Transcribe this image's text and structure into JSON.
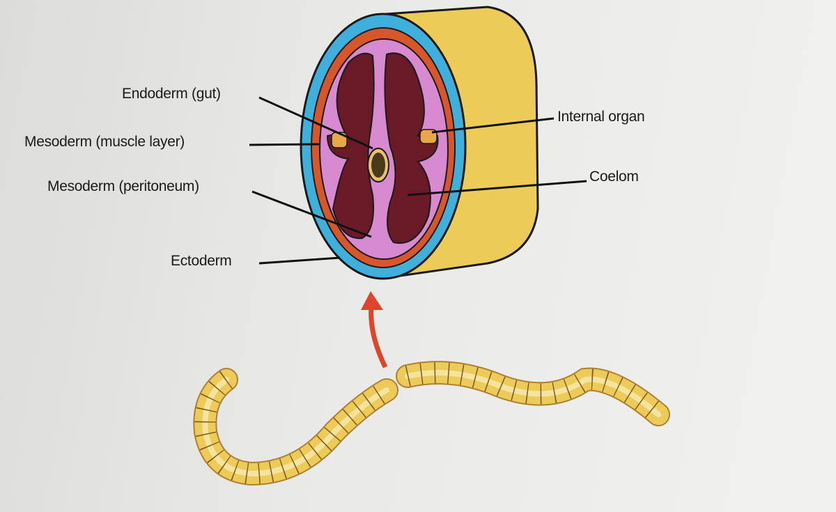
{
  "labels": {
    "endoderm": "Endoderm (gut)",
    "muscle": "Mesoderm (muscle layer)",
    "peritoneum": "Mesoderm (peritoneum)",
    "ectoderm": "Ectoderm",
    "organ": "Internal organ",
    "coelom": "Coelom"
  },
  "colors": {
    "ectoderm": "#3fb0dc",
    "muscle": "#d8572a",
    "peritoneum": "#d88ad0",
    "coelom": "#6a1a26",
    "body": "#eccb58",
    "arrow": "#e0442a"
  }
}
